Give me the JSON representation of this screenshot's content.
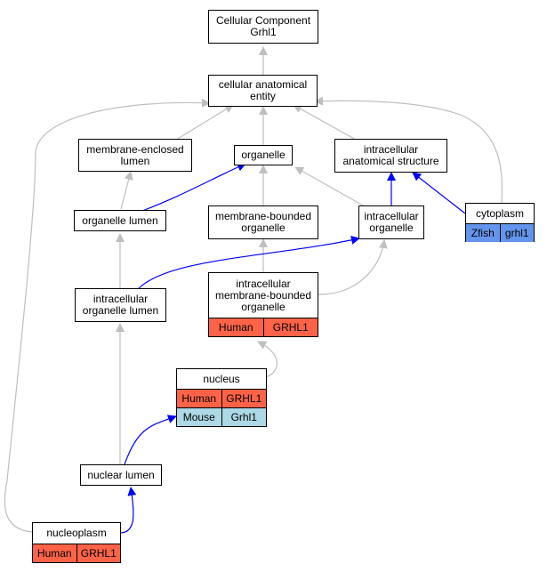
{
  "colors": {
    "human": "#ff6347",
    "mouse": "#add8e6",
    "zfish": "#6495ed",
    "edge_grey": "#bfbfbf",
    "edge_blue": "#0000ff"
  },
  "nodes": {
    "cellular_component": {
      "label": "Cellular Component\nGrhl1"
    },
    "cellular_anatomical_entity": {
      "label": "cellular anatomical\nentity"
    },
    "membrane_enclosed_lumen": {
      "label": "membrane-enclosed\nlumen"
    },
    "organelle": {
      "label": "organelle"
    },
    "intracellular_anatomical_structure": {
      "label": "intracellular\nanatomical structure"
    },
    "organelle_lumen": {
      "label": "organelle lumen"
    },
    "membrane_bounded_organelle": {
      "label": "membrane-bounded\norganelle"
    },
    "intracellular_organelle": {
      "label": "intracellular\norganelle"
    },
    "cytoplasm": {
      "label": "cytoplasm",
      "rows": [
        {
          "species": "Zfish",
          "gene": "grhl1"
        }
      ]
    },
    "intracellular_organelle_lumen": {
      "label": "intracellular\norganelle lumen"
    },
    "intracellular_membrane_bounded_organelle": {
      "label": "intracellular\nmembrane-bounded\norganelle",
      "rows": [
        {
          "species": "Human",
          "gene": "GRHL1"
        }
      ]
    },
    "nucleus": {
      "label": "nucleus",
      "rows": [
        {
          "species": "Human",
          "gene": "GRHL1"
        },
        {
          "species": "Mouse",
          "gene": "Grhl1"
        }
      ]
    },
    "nuclear_lumen": {
      "label": "nuclear lumen"
    },
    "nucleoplasm": {
      "label": "nucleoplasm",
      "rows": [
        {
          "species": "Human",
          "gene": "GRHL1"
        }
      ]
    }
  }
}
